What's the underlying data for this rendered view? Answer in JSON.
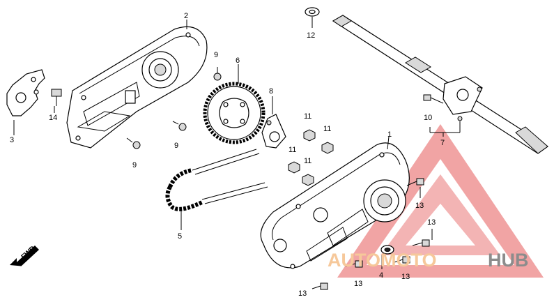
{
  "diagram": {
    "parts": [
      {
        "id": "p1",
        "callout": "1"
      },
      {
        "id": "p2",
        "callout": "2"
      },
      {
        "id": "p3",
        "callout": "3"
      },
      {
        "id": "p4",
        "callout": "4"
      },
      {
        "id": "p5",
        "callout": "5"
      },
      {
        "id": "p6",
        "callout": "6"
      },
      {
        "id": "p7",
        "callout": "7"
      },
      {
        "id": "p8",
        "callout": "8"
      },
      {
        "id": "p9a",
        "callout": "9"
      },
      {
        "id": "p9b",
        "callout": "9"
      },
      {
        "id": "p9c",
        "callout": "9"
      },
      {
        "id": "p10",
        "callout": "10"
      },
      {
        "id": "p11a",
        "callout": "11"
      },
      {
        "id": "p11b",
        "callout": "11"
      },
      {
        "id": "p11c",
        "callout": "11"
      },
      {
        "id": "p11d",
        "callout": "11"
      },
      {
        "id": "p12",
        "callout": "12"
      },
      {
        "id": "p13a",
        "callout": "13"
      },
      {
        "id": "p13b",
        "callout": "13"
      },
      {
        "id": "p13c",
        "callout": "13"
      },
      {
        "id": "p13d",
        "callout": "13"
      },
      {
        "id": "p13e",
        "callout": "13"
      },
      {
        "id": "p14",
        "callout": "14"
      }
    ],
    "direction_label": "FWD",
    "watermark": {
      "text_colored": "AUTOMOTO",
      "text_gray": "HUB",
      "color_primary": "#e03c3c",
      "color_secondary": "#f6c89a",
      "color_gray": "#8c8c8c"
    }
  }
}
